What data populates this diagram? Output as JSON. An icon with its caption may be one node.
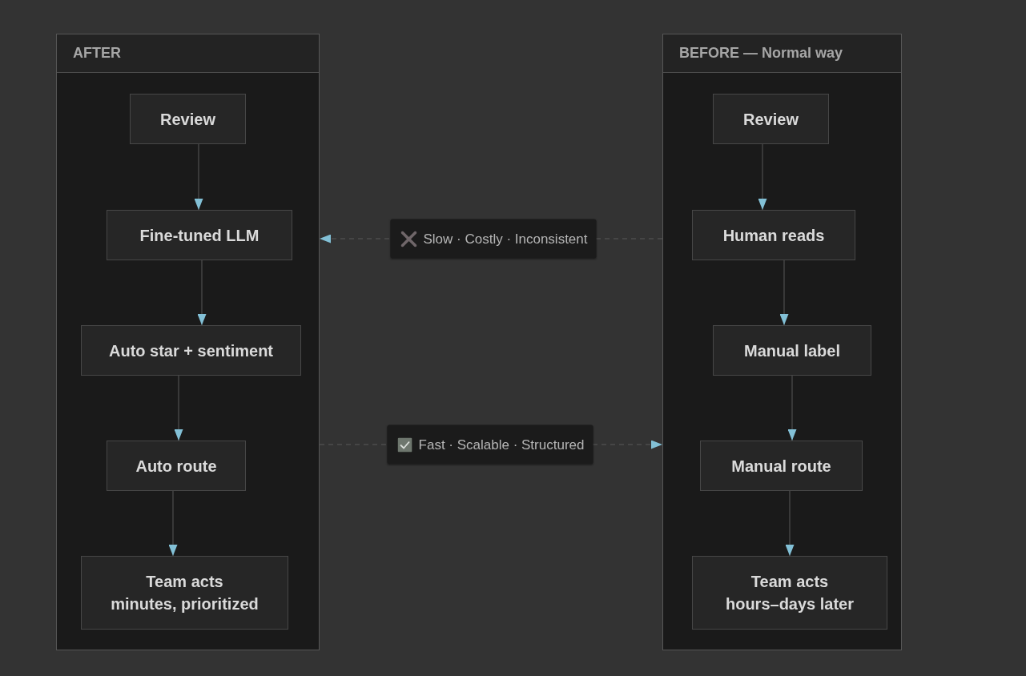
{
  "diagram": {
    "nodes": [
      {
        "text": [
          "AFTER"
        ]
      },
      {
        "text": [
          "Review"
        ],
        "in": 0
      },
      {
        "text": [
          "Fine-tuned LLM"
        ],
        "in": 0
      },
      {
        "text": [
          "Auto star + sentiment"
        ],
        "in": 0
      },
      {
        "text": [
          "Auto route"
        ],
        "in": 0
      },
      {
        "text": [
          "Team acts",
          "minutes, prioritized"
        ],
        "in": 0
      },
      {
        "text": [
          "BEFORE — Normal way"
        ]
      },
      {
        "text": [
          "Review"
        ],
        "in": 6
      },
      {
        "text": [
          "Human reads"
        ],
        "in": 6
      },
      {
        "text": [
          "Manual label"
        ],
        "in": 6
      },
      {
        "text": [
          "Manual route"
        ],
        "in": 6
      },
      {
        "text": [
          "Team acts",
          "hours–days later"
        ],
        "in": 6
      }
    ],
    "edges": [
      {
        "from": 1,
        "to": 2,
        "arrow": "to"
      },
      {
        "from": 2,
        "to": 3,
        "arrow": "to"
      },
      {
        "from": 3,
        "to": 4,
        "arrow": "to"
      },
      {
        "from": 4,
        "to": 5,
        "arrow": "to"
      },
      {
        "from": 7,
        "to": 8,
        "arrow": "to"
      },
      {
        "from": 8,
        "to": 9,
        "arrow": "to"
      },
      {
        "from": 9,
        "to": 10,
        "arrow": "to"
      },
      {
        "from": 10,
        "to": 11,
        "arrow": "to"
      },
      {
        "from": 6,
        "to": 0,
        "arrow": "to",
        "label": "Slow · Costly · Inconsistent",
        "style": "dashed"
      },
      {
        "from": 0,
        "to": 6,
        "arrow": "to",
        "label": "Fast · Scalable · Structured",
        "style": "dashed"
      }
    ]
  }
}
